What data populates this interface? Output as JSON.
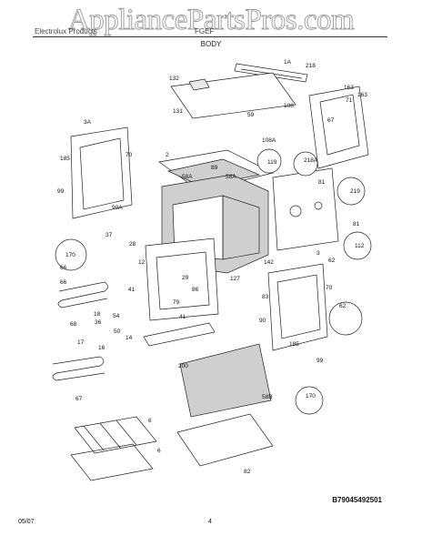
{
  "header": {
    "left_text": "Electrolux Products",
    "mid_text": "FGEF",
    "section_title": "BODY"
  },
  "watermark": "AppliancePartsPros.com",
  "diagram_ref": "B79045492501",
  "footer": {
    "date": "05/07",
    "page": "4"
  },
  "part_labels": [
    "1A",
    "218",
    "132",
    "163",
    "163",
    "71",
    "131",
    "59",
    "108",
    "67",
    "108A",
    "2",
    "89",
    "58A",
    "58A",
    "119",
    "218A",
    "81",
    "185",
    "70",
    "3A",
    "99",
    "219",
    "90A",
    "81",
    "37",
    "170",
    "112",
    "28",
    "12",
    "3",
    "62",
    "66",
    "142",
    "66",
    "29",
    "127",
    "83",
    "70",
    "41",
    "79",
    "41",
    "86",
    "68",
    "54",
    "50",
    "36",
    "62",
    "18",
    "14",
    "17",
    "16",
    "90",
    "185",
    "200",
    "99",
    "67",
    "58B",
    "170",
    "6",
    "6",
    "82"
  ]
}
